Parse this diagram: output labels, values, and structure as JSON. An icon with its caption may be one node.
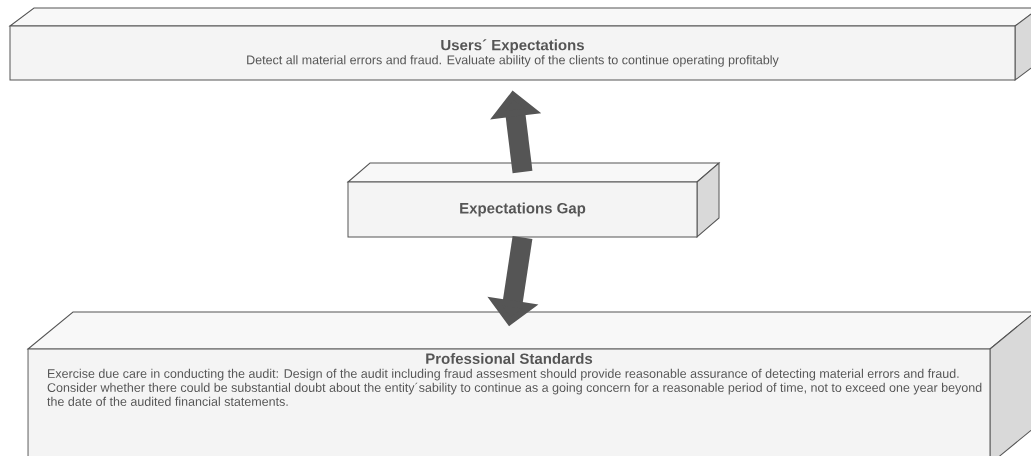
{
  "diagram": {
    "nodes": [
      {
        "text": [
          "Users´ Expectations",
          "Detect all material errors and fraud. Evaluate ability of the clients to continue operating profitably"
        ]
      },
      {
        "text": [
          "Expectations Gap"
        ]
      },
      {
        "text": [
          "Professional Standards",
          "Exercise due care in conducting the audit: Design of the audit including fraud assesment should provide reasonable assurance of detecting material errors and fraud. Consider whether there could be substantial doubt about the entity´sability to continue as a going concern for a reasonable period of time, not to exceed one year beyond the date of the audited financial statements."
        ]
      }
    ],
    "edges": [
      {
        "from": 1,
        "to": 0,
        "arrow": "to"
      },
      {
        "from": 1,
        "to": 2,
        "arrow": "to"
      }
    ]
  }
}
